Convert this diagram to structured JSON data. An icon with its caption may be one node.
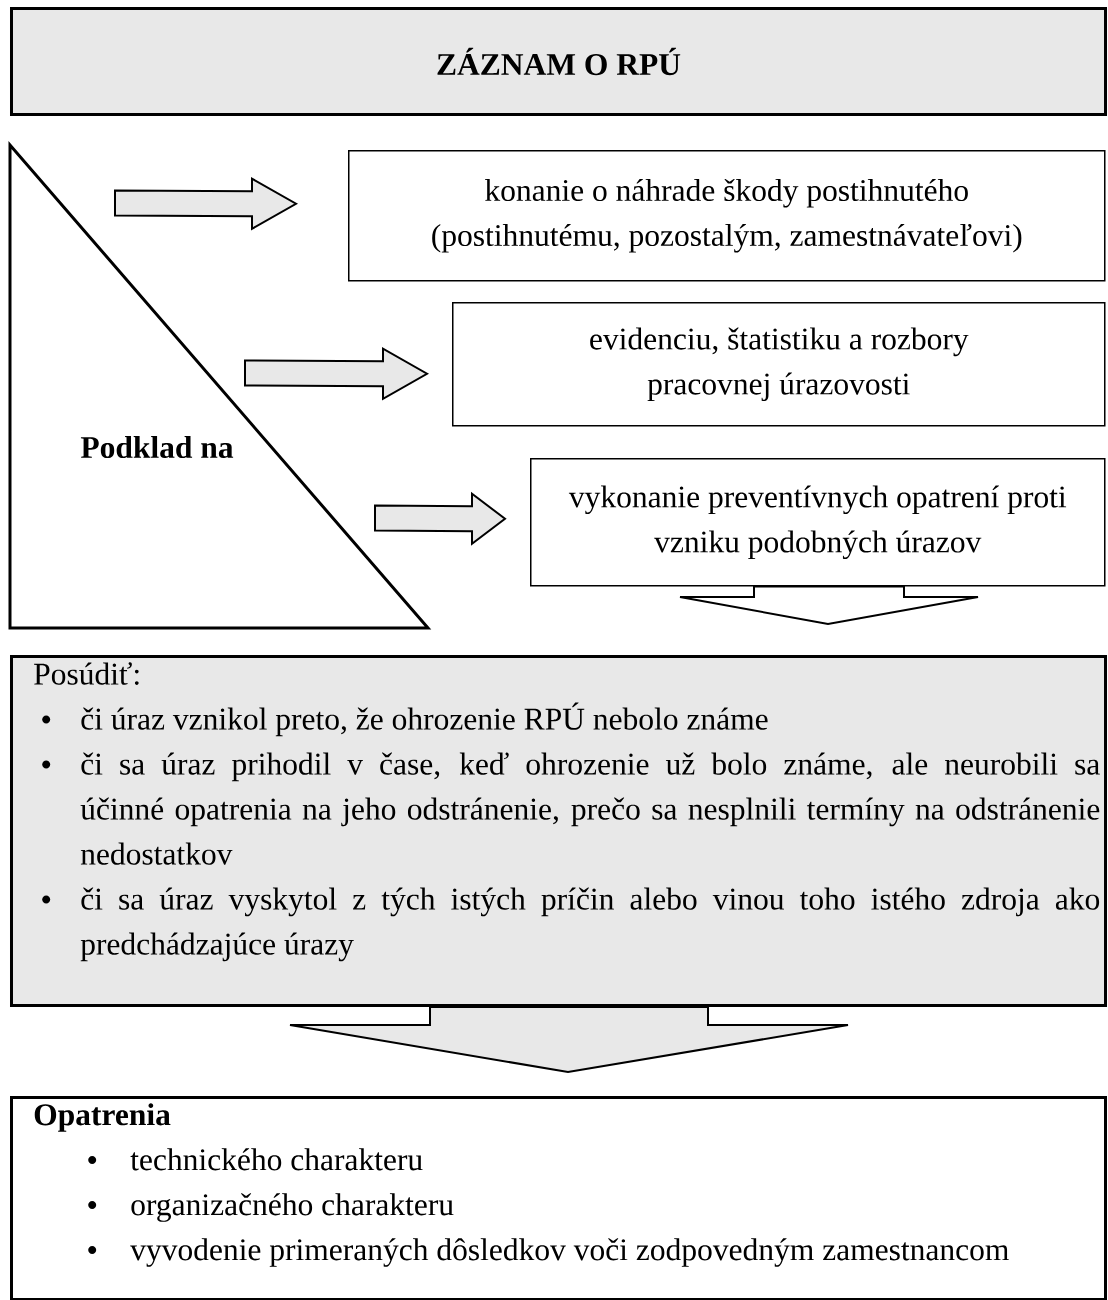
{
  "diagram": {
    "nodes": [
      {
        "text": [
          "ZÁZNAM O RPÚ"
        ]
      },
      {
        "text": [
          "Podklad na"
        ]
      },
      {
        "text": [
          "konanie o náhrade škody postihnutého (postihnutému, pozostalým, zamestnávateľovi)"
        ]
      },
      {
        "text": [
          "evidenciu, štatistiku a rozbory pracovnej úrazovosti"
        ]
      },
      {
        "text": [
          "vykonanie preventívnych opatrení proti vzniku podobných úrazov"
        ]
      },
      {
        "text": [
          "Posúdiť:",
          "či úraz vznikol preto, že ohrozenie RPÚ nebolo známe",
          "či sa úraz prihodil v čase, keď ohrozenie už bolo známe, ale neurobili sa účinné opatrenia na jeho odstránenie, prečo sa nesplnili termíny na odstránenie nedostatkov",
          "či sa úraz vyskytol z tých istých príčin alebo vinou toho istého zdroja ako predchádzajúce úrazy"
        ]
      },
      {
        "text": [
          "Opatrenia",
          "technického charakteru",
          "organizačného charakteru",
          "vyvodenie primeraných dôsledkov voči zodpovedným zamestnancom"
        ]
      }
    ],
    "edges": [
      {
        "from": 1,
        "to": 2,
        "arrow": "to"
      },
      {
        "from": 1,
        "to": 3,
        "arrow": "to"
      },
      {
        "from": 1,
        "to": 4,
        "arrow": "to"
      },
      {
        "from": 4,
        "to": 5,
        "arrow": "to"
      },
      {
        "from": 5,
        "to": 6,
        "arrow": "to"
      }
    ]
  }
}
